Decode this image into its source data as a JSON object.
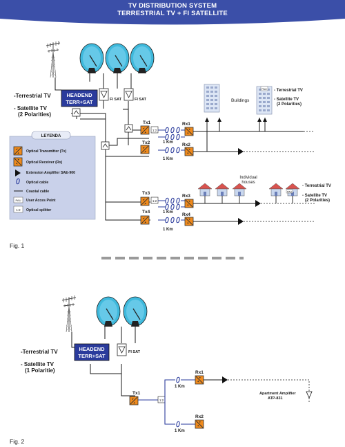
{
  "header": {
    "title_line1": "TV DISTRIBUTION SYSTEM",
    "title_line2": "TERRESTRIAL TV + FI SATELLITE",
    "bg_color": "#3b4fa8"
  },
  "fig1": {
    "label": "Fig. 1",
    "sources": {
      "terrestrial": "-Terrestrial TV",
      "satellite_1": "- Satellite TV",
      "satellite_2": "(2 Polarities)"
    },
    "headend_line1": "HEADEND",
    "headend_line2": "TERR+SAT",
    "fi_sat_a": "FI SAT",
    "fi_sat_b": "FI SAT",
    "transmitters": [
      "Tx1",
      "Tx2",
      "Tx3",
      "Tx4"
    ],
    "receivers": [
      "Rx1",
      "Rx2",
      "Rx3",
      "Rx4"
    ],
    "distances": [
      "1 Km",
      "1 Km",
      "1 Km",
      "1 Km"
    ],
    "buildings_label": "Buildings",
    "building_outputs": {
      "terrestrial": "- Terrestrial TV",
      "satellite_1": "- Satellite TV",
      "satellite_2": "(2 Polarities)"
    },
    "houses_label_1": "Individual",
    "houses_label_2": "houses",
    "house_outputs": {
      "terrestrial": "- Terrestrial TV",
      "satellite_1": "- Satellite TV",
      "satellite_2": "(2 Polarities)"
    },
    "pau_tag": "PAU",
    "splitter_tag": "1:2"
  },
  "legend": {
    "title": "LEYENDA",
    "items": [
      {
        "icon": "optical-transmitter-icon",
        "text": "Optical Transmitter (Tx)"
      },
      {
        "icon": "optical-receiver-icon",
        "text": "Optical Receiver (Rx)"
      },
      {
        "icon": "extension-amplifier-icon",
        "text": "Extension Amplifier SAE-900"
      },
      {
        "icon": "optical-cable-icon",
        "text": "Optical cable"
      },
      {
        "icon": "coaxial-cable-icon",
        "text": "Coaxial cable"
      },
      {
        "icon": "user-access-point-icon",
        "text": "User Acces Point"
      },
      {
        "icon": "optical-splitter-icon",
        "text": "Optical splitter"
      }
    ]
  },
  "fig2": {
    "label": "Fig. 2",
    "sources": {
      "terrestrial": "-Terrestrial TV",
      "satellite_1": "- Satellite TV",
      "satellite_2": "(1 Polaritie)"
    },
    "headend_line1": "HEADEND",
    "headend_line2": "TERR+SAT",
    "fi_sat": "FI SAT",
    "transmitter": "Tx1",
    "receivers": [
      "Rx1",
      "Rx2"
    ],
    "distances": [
      "1 Km",
      "1 Km"
    ],
    "amplifier_1": "Apartment Amplifier",
    "amplifier_2": "ATP-831",
    "splitter_tag": "1:2"
  }
}
